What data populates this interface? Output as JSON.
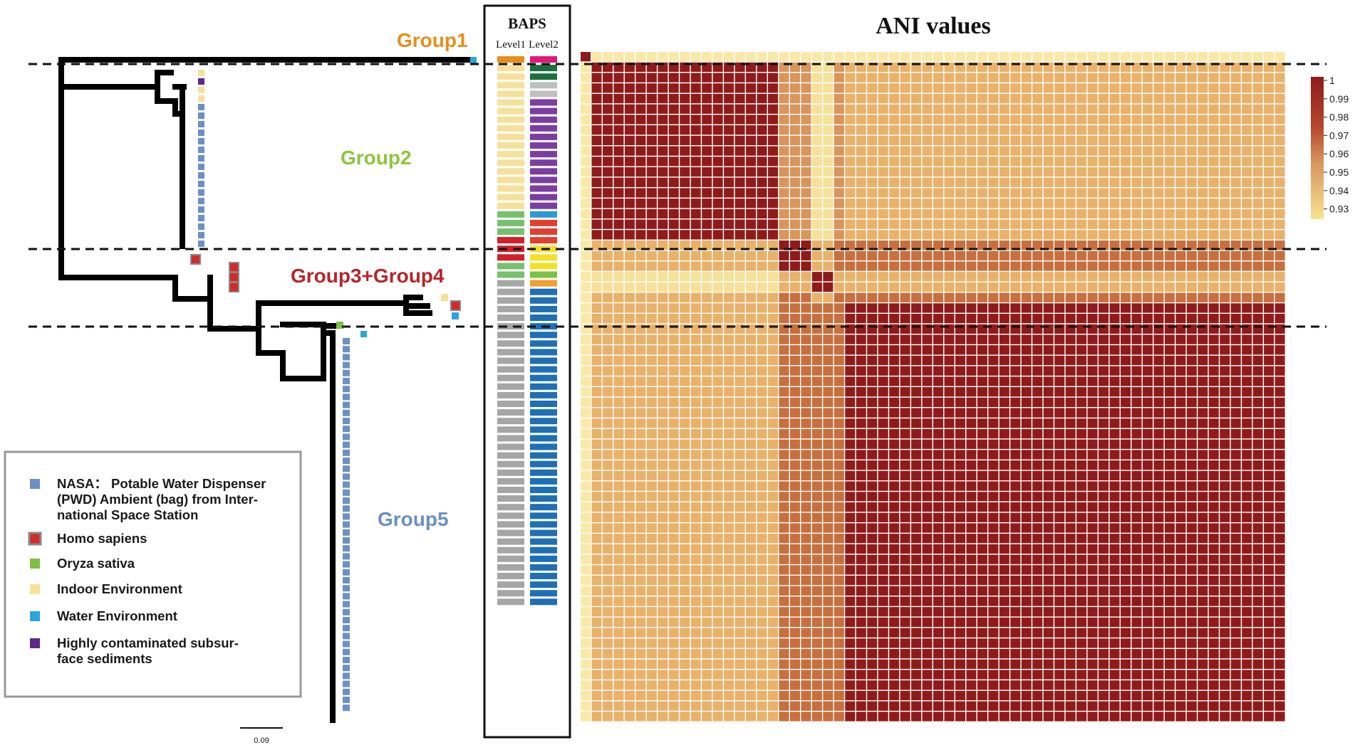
{
  "heatmap": {
    "title": "ANI values"
  },
  "baps": {
    "title": "BAPS",
    "level1_label": "Level1",
    "level2_label": "Level2"
  },
  "groups": [
    {
      "label": "Group1",
      "color": "#e88e1c"
    },
    {
      "label": "Group2",
      "color": "#8dc63f"
    },
    {
      "label": "Group3+Group4",
      "color": "#b5262b"
    },
    {
      "label": "Group5",
      "color": "#6b8fc0"
    }
  ],
  "legend": {
    "items": [
      {
        "icon": "square-icon",
        "color": "#6d8fc4",
        "border": false,
        "lines": [
          "NASA： Potable Water Dispenser",
          "(PWD) Ambient (bag) from Inter-",
          "national Space Station"
        ]
      },
      {
        "icon": "square-icon",
        "color": "#d32a2a",
        "border": true,
        "lines": [
          "Homo sapiens"
        ]
      },
      {
        "icon": "square-icon",
        "color": "#7cc242",
        "border": false,
        "lines": [
          "Oryza sativa"
        ]
      },
      {
        "icon": "square-icon",
        "color": "#f6e19a",
        "border": false,
        "lines": [
          "Indoor Environment"
        ]
      },
      {
        "icon": "square-icon",
        "color": "#2ba6dd",
        "border": false,
        "lines": [
          "Water Environment"
        ]
      },
      {
        "icon": "square-icon",
        "color": "#5b2a86",
        "border": false,
        "lines": [
          "Highly contaminated subsur-",
          "face sediments"
        ]
      }
    ]
  },
  "scale_bar": {
    "label": "0.09"
  },
  "colorbar": {
    "ticks": [
      "1",
      "0.99",
      "0.98",
      "0.97",
      "0.96",
      "0.95",
      "0.94",
      "0.93"
    ],
    "color_high": "#8e1b1b",
    "color_low": "#f7e38f"
  }
}
